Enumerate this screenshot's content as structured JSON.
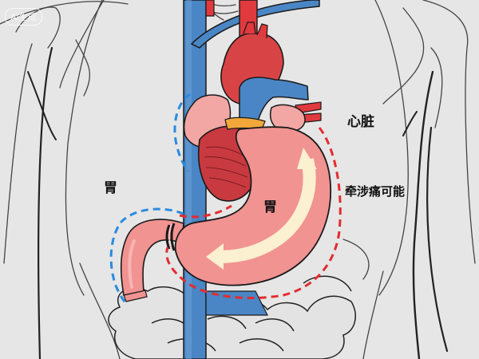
{
  "image": {
    "type": "medical-illustration",
    "subject": "stomach and heart referred pain diagram",
    "background_color": "#e6e6e6"
  },
  "watermark": {
    "text": "AI生成"
  },
  "labels": {
    "heart": "心脏",
    "referred_pain": "牵涉痛可能",
    "stomach_left": "胃",
    "stomach_center": "胃"
  },
  "colors": {
    "outline": "#1a1a1a",
    "vein_blue": "#4a86c5",
    "artery_red": "#e0393e",
    "heart_red": "#d84446",
    "heart_muscle": "#c83a40",
    "atrium_pink": "#f2a7a4",
    "stomach_pink": "#f19391",
    "stomach_highlight": "#f7b5b2",
    "arrow_cream": "#fbf0cf",
    "fat_orange": "#f1a73a",
    "dashed_red": "#e32b2f",
    "dashed_blue": "#2a8ae0",
    "skeleton_line": "#555555",
    "intestine_fill": "#e2e2e2"
  }
}
